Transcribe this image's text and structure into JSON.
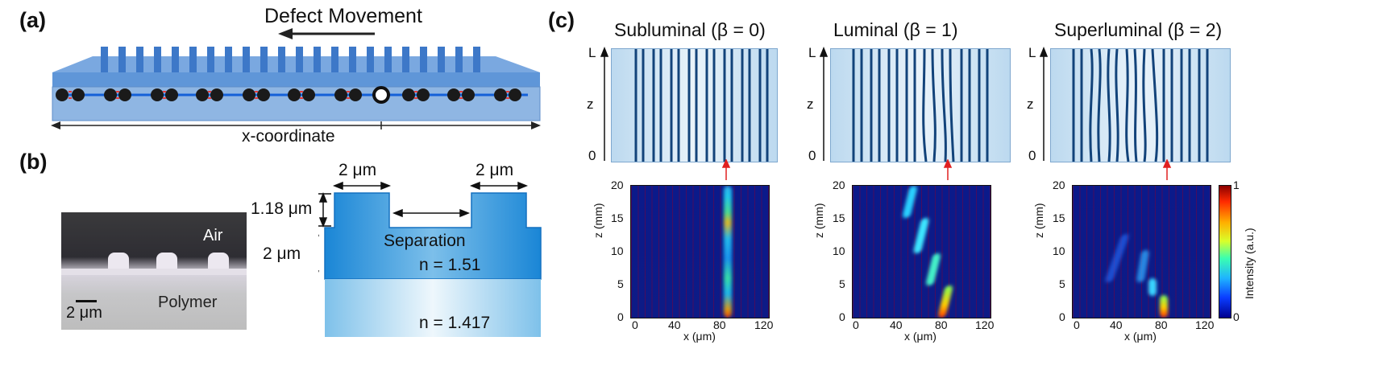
{
  "panel_a": {
    "label": "(a)",
    "arrow_label": "Defect Movement",
    "axis_label": "x-coordinate"
  },
  "panel_b": {
    "label": "(b)",
    "micrograph": {
      "air": "Air",
      "polymer": "Polymer",
      "scalebar": "2 μm"
    },
    "schematic": {
      "top_width_left": "2 μm",
      "top_width_right": "2 μm",
      "height_top": "1.18 μm",
      "height_body": "2 μm",
      "separation": "Separation",
      "n_core": "n = 1.51",
      "n_substrate": "n = 1.417"
    }
  },
  "panel_c": {
    "label": "(c)",
    "columns": [
      {
        "title": "Subluminal (β = 0)",
        "L": "L",
        "z": "z",
        "zero": "0"
      },
      {
        "title": "Luminal (β = 1)",
        "L": "L",
        "z": "z",
        "zero": "0"
      },
      {
        "title": "Superluminal (β = 2)",
        "L": "L",
        "z": "z",
        "zero": "0"
      }
    ],
    "heatmap_axes": {
      "xlabel": "x (μm)",
      "ylabel": "z (mm)",
      "xticks": [
        "0",
        "40",
        "80",
        "120"
      ],
      "yticks": [
        "0",
        "5",
        "10",
        "15",
        "20"
      ]
    },
    "colorbar": {
      "label": "Intensity (a.u.)",
      "max": "1",
      "min": "0"
    }
  }
}
